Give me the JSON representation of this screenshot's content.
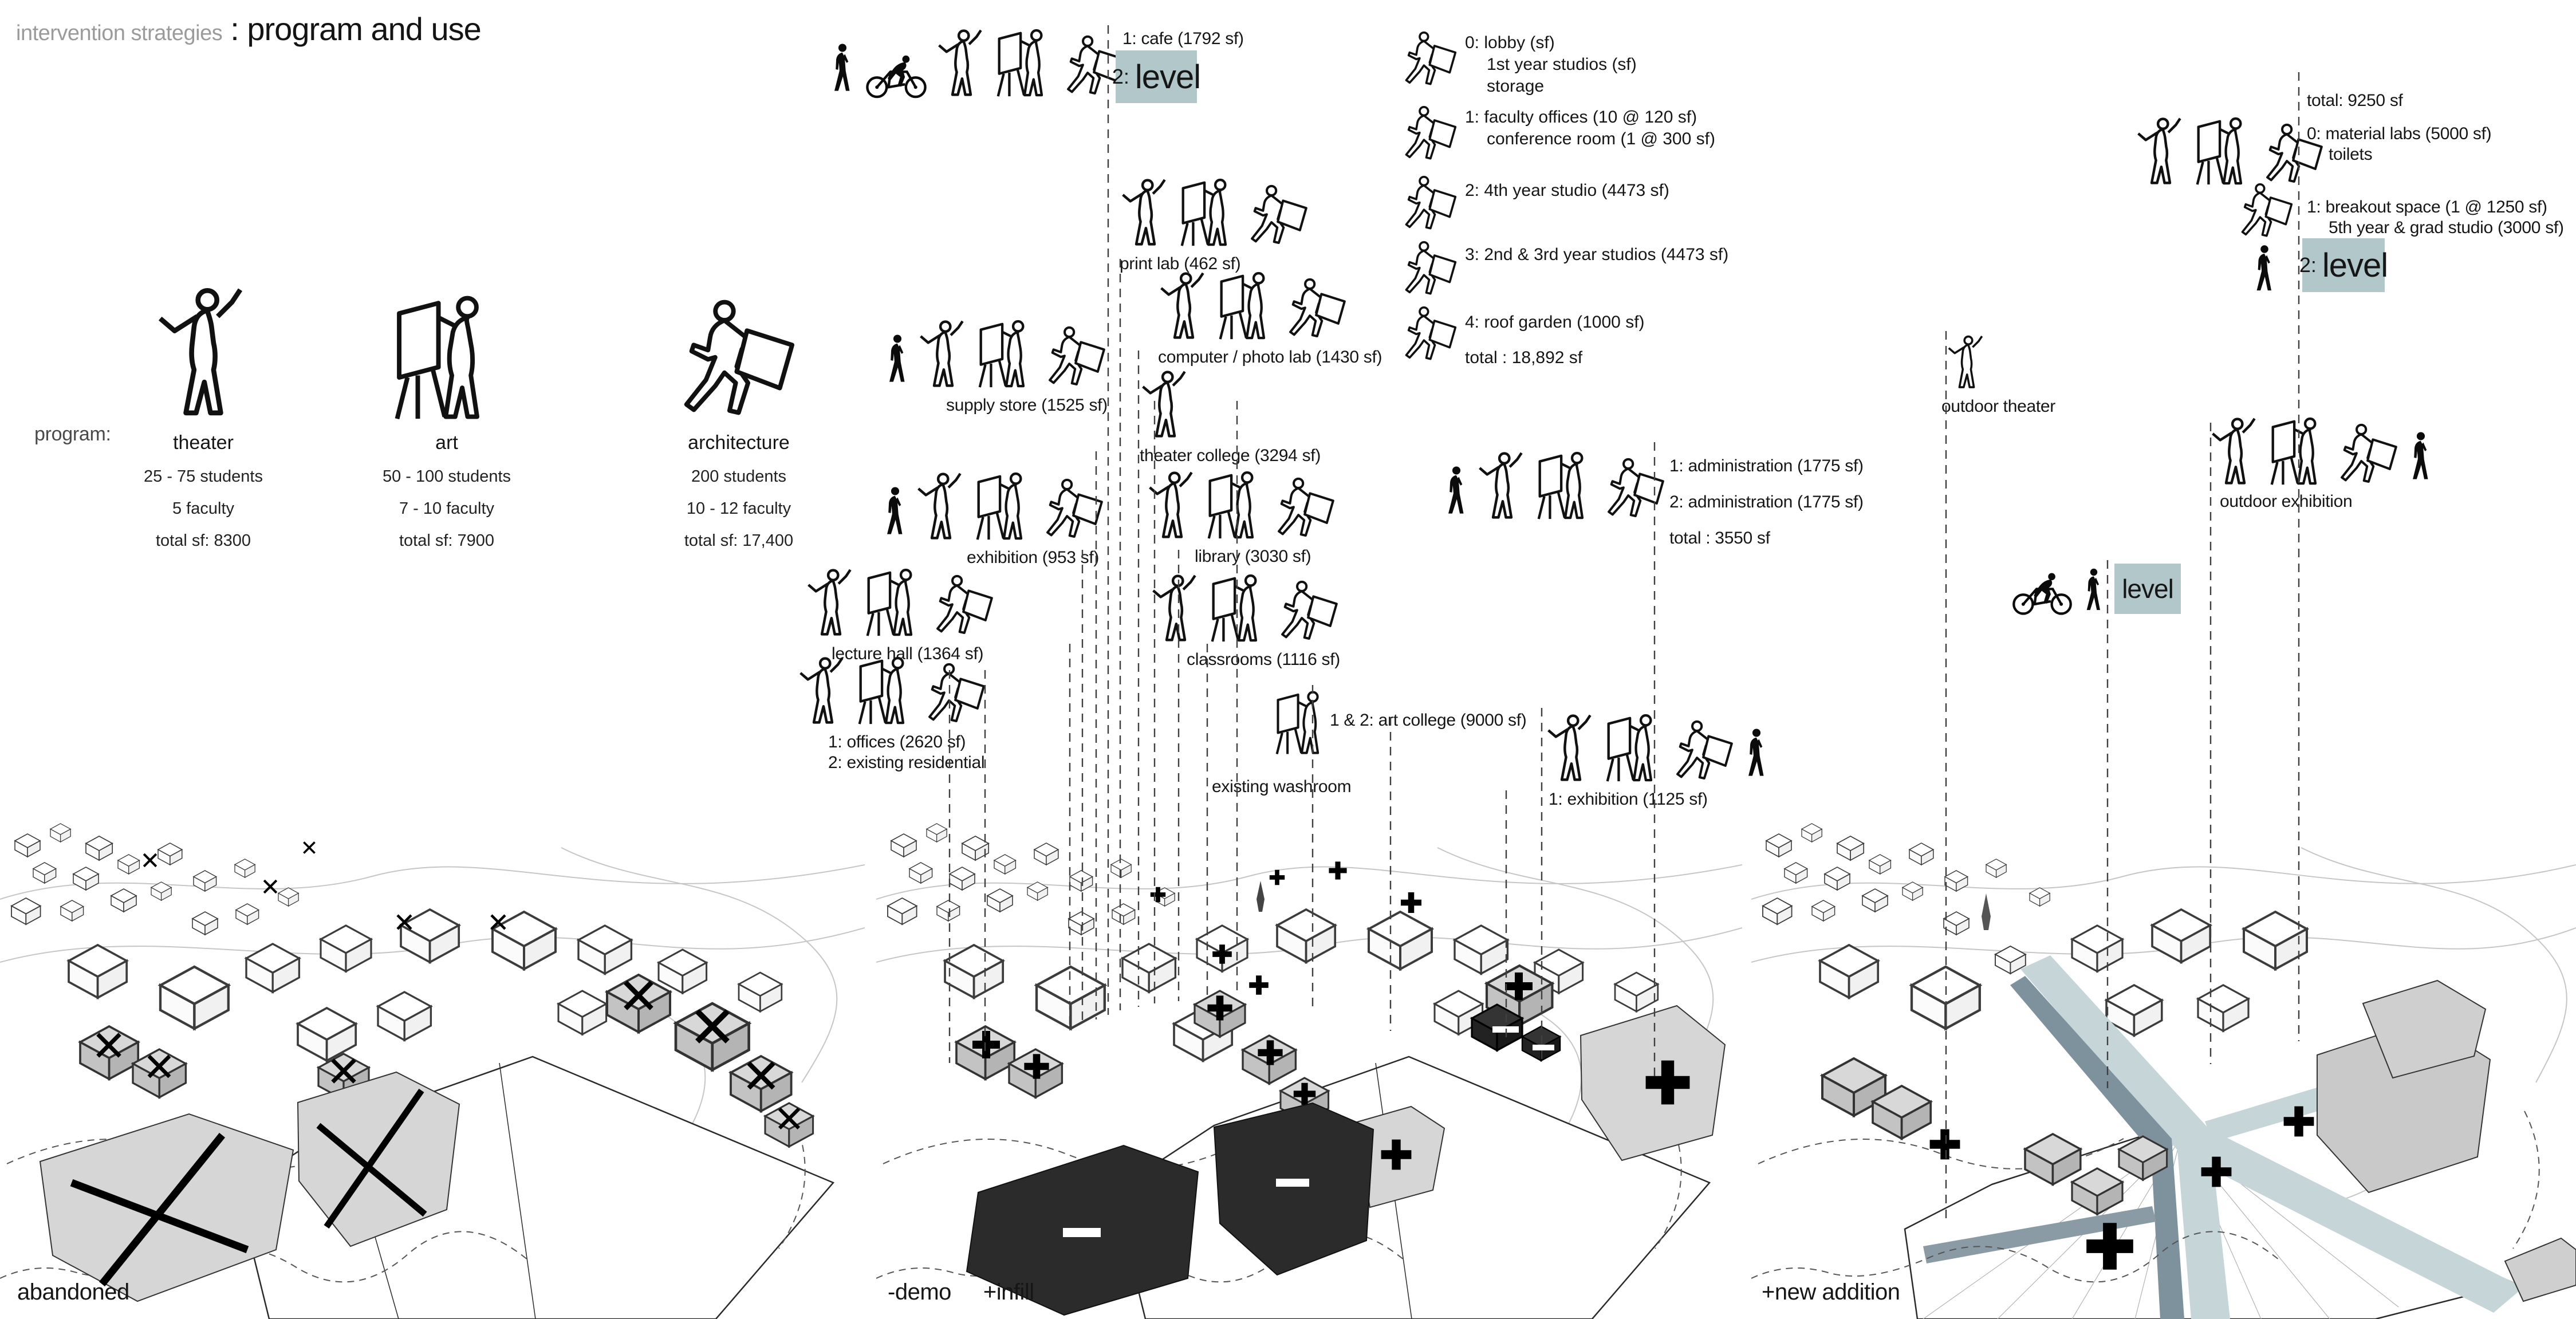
{
  "title": {
    "prefix": "intervention strategies",
    "main": ": program and use"
  },
  "colors": {
    "teal_badge": "#b2c7ca",
    "building_gray": "#d6d6d6",
    "demolition_black": "#2b2b2b",
    "path_light_teal": "#c5d5d8",
    "path_dark_slate": "#7e929d"
  },
  "figure_icons": {
    "walking": "walking-person",
    "cyclist": "cyclist",
    "theater": "theater-performer",
    "art": "artist-at-easel",
    "architecture": "architect-running-with-portfolio"
  },
  "program_intro": {
    "label": "program:",
    "items": [
      {
        "name": "theater",
        "students": "25 - 75 students",
        "faculty": "5 faculty",
        "total": "total sf: 8300"
      },
      {
        "name": "art",
        "students": "50 - 100 students",
        "faculty": "7 - 10 faculty",
        "total": "total sf: 7900"
      },
      {
        "name": "architecture",
        "students": "200 students",
        "faculty": "10 - 12 faculty",
        "total": "total sf: 17,400"
      }
    ]
  },
  "infill": {
    "cafe": "1: cafe (1792 sf)",
    "level_badge_num": "2:",
    "level_badge_word": "level",
    "print_lab": "print lab (462 sf)",
    "computer_lab": "computer / photo lab (1430 sf)",
    "supply_store": "supply store (1525 sf)",
    "theater_college": "theater college (3294 sf)",
    "exhibition": "exhibition (953 sf)",
    "library": "library (3030 sf)",
    "lecture_hall": "lecture hall (1364 sf)",
    "classrooms": "classrooms (1116 sf)",
    "offices_line1": "1: offices (2620 sf)",
    "offices_line2": "2: existing residential",
    "washroom": "existing washroom",
    "art_college": "1 & 2: art college (9000 sf)",
    "exhibition2": "1: exhibition (1125 sf)"
  },
  "architecture_program": {
    "level0": [
      "0: lobby (sf)",
      "1st year studios (sf)",
      "storage"
    ],
    "level1": [
      "1: faculty offices (10 @ 120 sf)",
      "conference room (1 @ 300 sf)"
    ],
    "level2": "2: 4th year studio (4473 sf)",
    "level3": "3: 2nd & 3rd year studios (4473 sf)",
    "level4": "4: roof garden (1000 sf)",
    "total": "total : 18,892 sf"
  },
  "administration": {
    "line1": "1: administration (1775 sf)",
    "line2": "2: administration (1775 sf)",
    "total": "total : 3550 sf"
  },
  "addition": {
    "total": "total: 9250 sf",
    "level0_line1": "0: material labs (5000 sf)",
    "level0_line2": "toilets",
    "level1_line1": "1: breakout space (1 @ 1250 sf)",
    "level1_line2": "5th year & grad studio (3000 sf)",
    "level_badge_num": "2:",
    "level_badge_word": "level",
    "outdoor_theater": "outdoor theater",
    "outdoor_exhibition": "outdoor exhibition",
    "ground_level_badge": "level"
  },
  "captions": {
    "abandoned": "abandoned",
    "demo": "-demo",
    "infill": "+infill",
    "new_addition": "+new addition"
  }
}
